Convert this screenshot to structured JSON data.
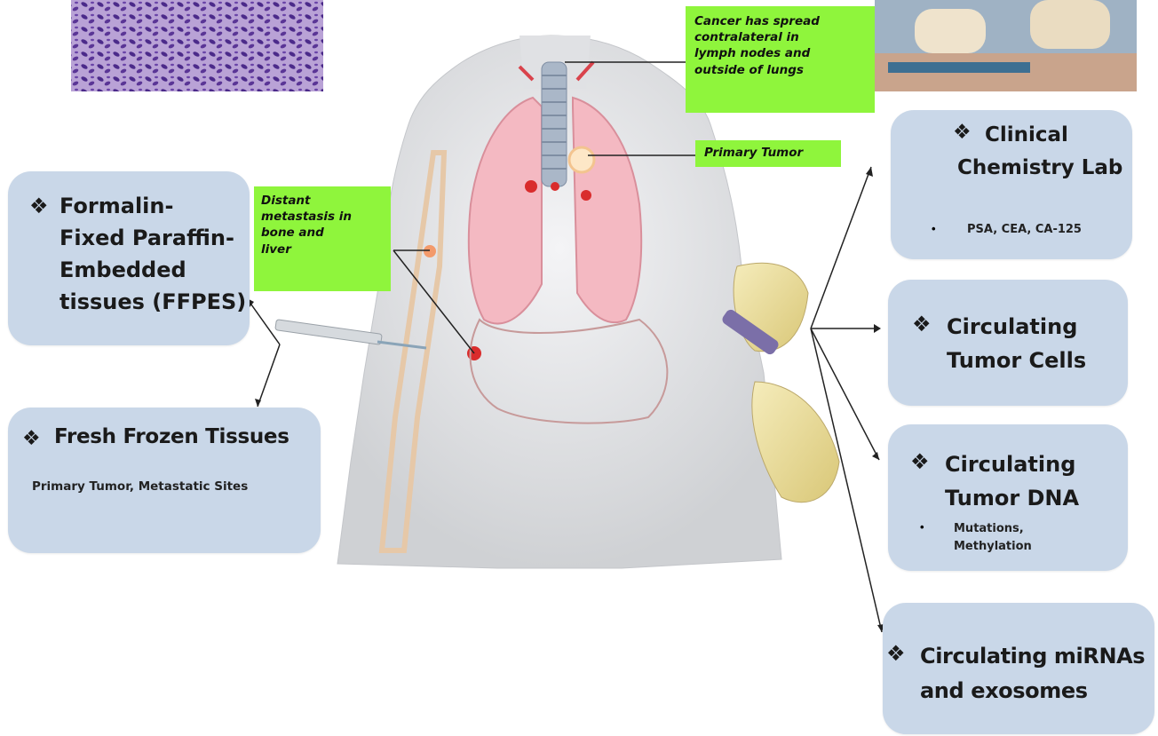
{
  "colors": {
    "box_fill": "#c9d7e8",
    "callout_fill": "#8ff53c",
    "lung_fill": "#f4b9c2",
    "skin_fill": "#e9eaec"
  },
  "left_boxes": {
    "ffpe": {
      "icon": "diamond-bullet-icon",
      "title_lines": [
        "Formalin-",
        "Fixed Paraffin-",
        "Embedded",
        "tissues (FFPES)"
      ]
    },
    "fresh": {
      "icon": "diamond-bullet-icon",
      "title": "Fresh Frozen Tissues",
      "sub": "Primary Tumor, Metastatic Sites"
    }
  },
  "callouts": {
    "lymph": [
      "Cancer has spread",
      "contralateral in",
      "lymph nodes and",
      "outside of lungs"
    ],
    "primary": "Primary Tumor",
    "distant": [
      "Distant",
      "metastasis in",
      "bone and",
      "liver"
    ]
  },
  "right_boxes": {
    "clinical": {
      "title_lines": [
        "Clinical",
        "Chemistry Lab"
      ],
      "bullet": "PSA, CEA, CA-125"
    },
    "ctc": {
      "title_lines": [
        "Circulating",
        "Tumor Cells"
      ]
    },
    "ctdna": {
      "title_lines": [
        "Circulating",
        "Tumor DNA"
      ],
      "bullet_lines": [
        "Mutations,",
        "Methylation"
      ]
    },
    "mirna": {
      "title_lines": [
        "Circulating miRNAs",
        "and exosomes"
      ]
    }
  },
  "symbols": {
    "diamond": "❖",
    "dot": "•"
  }
}
